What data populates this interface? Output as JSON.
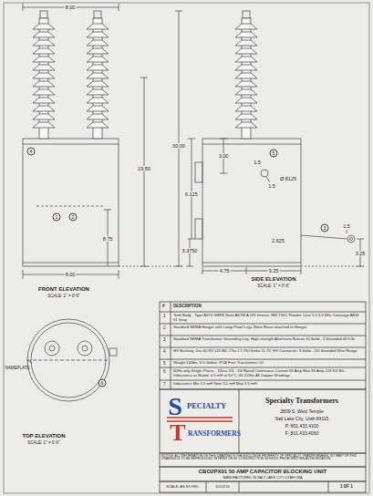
{
  "diagram": {
    "labels": [
      "8.00",
      "30.00",
      "19.50",
      "8.75",
      "8.00",
      "FRONT ELEVATION",
      "SCALE: 1\" = 0'-6\"",
      "3.00",
      "1.5",
      "1.5",
      "Ø.8125",
      "6.125",
      "3.3750",
      "2.625",
      "4.75",
      "9.25",
      "1.5",
      "3.25",
      "SIDE ELEVATION",
      "SCALE: 1\" = 0'-6\"",
      "NAMEPLATE",
      "TOP ELEVATION",
      "SCALE: 1\" = 0'-6\"",
      "1",
      "2",
      "4",
      "3",
      "5",
      "6",
      "#",
      "DESCRIPTION",
      "1",
      "2",
      "3",
      "4",
      "5",
      "6",
      "7",
      "Tank Body - Type A570 GRFB Steel ASTM A 131 Interior: 883 TGIC Powder Coat 3.0-5.0 Mils Coverage ANSI 61 Gray",
      "Standard NEMA Hanger with Lamp Proof Lugs None Raise attached to Hanger",
      "Standard NEMA Transformer Grounding Lug. High-strength Aluminum Bronze 10 Solid - 2 Stranded 40 ft-lb",
      "HV Bushing: 2ea 60 KV 125 BIL 27kv 17,750 Strike 11.75\" HV Connector: 8 Solid - 2/0 Stranded Wire Range",
      "Weight 140lbs, 5.5 Gallon, PCB Free Transformer Oil",
      "60Hz only Single Phase - 15kva 2/4 - 3/4 Rated Continuous Current 65 Amp Max 85 Amp 125 KV BIL - Inductance as Rated: 0.5 mH at 50°C, 65-125kv All Copper Windings",
      "Inductance Min 2.5 mH Nom 3.0 mH Max 3.5 mH",
      "S",
      "PECIALTY",
      "T",
      "RANSFORMERS",
      "Specialty Transformers",
      "2809 S. West Temple",
      "Salt Lake City, Utah 84115",
      "P: 801.433.4100",
      "F: 801.433.4060",
      "NOTICE: ALL INFORMATION ON THIS DRAWING IS THE EXCLUSIVE PROPERTY OF SPECIALTY TRANSFORMERS. NO PART OF THIS DRAWING IS TO BE REPRODUCED IN PRINT OR BY CONSTRUCTION WITHOUT PRIOR WRITTEN AUTHORIZATION",
      "CBO2PX01 50 AMP CAPACITOR BLOCKING UNIT",
      "MANUFACTURED IN SALT LAKE CITY UTAH USA",
      "SCALE: AS NOTED",
      "10/12/14",
      "1 OF 1"
    ]
  }
}
